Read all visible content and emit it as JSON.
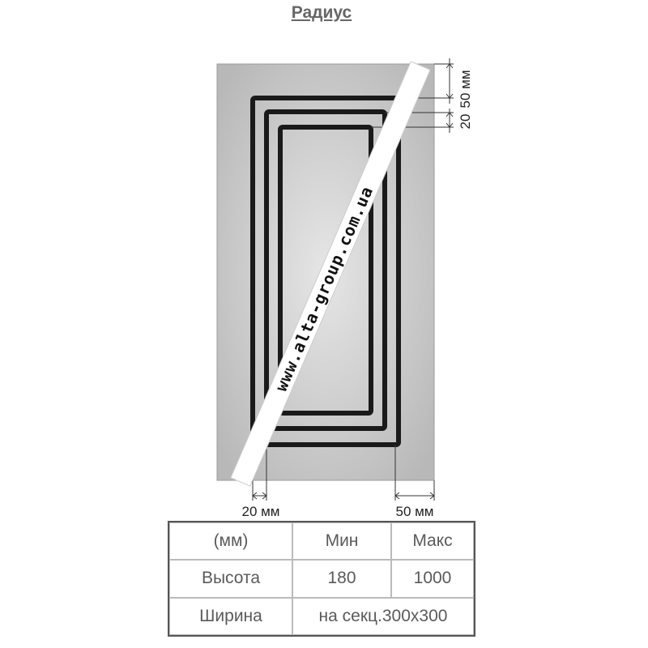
{
  "title": "Радиус",
  "dimensions": {
    "top_outer": "50 мм",
    "top_inner": "20",
    "bottom_left": "20 мм",
    "bottom_right": "50 мм"
  },
  "watermark": "www.alta-group.com.ua",
  "colors": {
    "panel": "#bdbdbd",
    "frame": "#1a1a1a"
  },
  "table": {
    "headers": [
      "(мм)",
      "Мин",
      "Макс"
    ],
    "rows": [
      {
        "label": "Высота",
        "min": "180",
        "max": "1000"
      },
      {
        "label": "Ширина",
        "span": "на секц.300x300"
      }
    ]
  }
}
